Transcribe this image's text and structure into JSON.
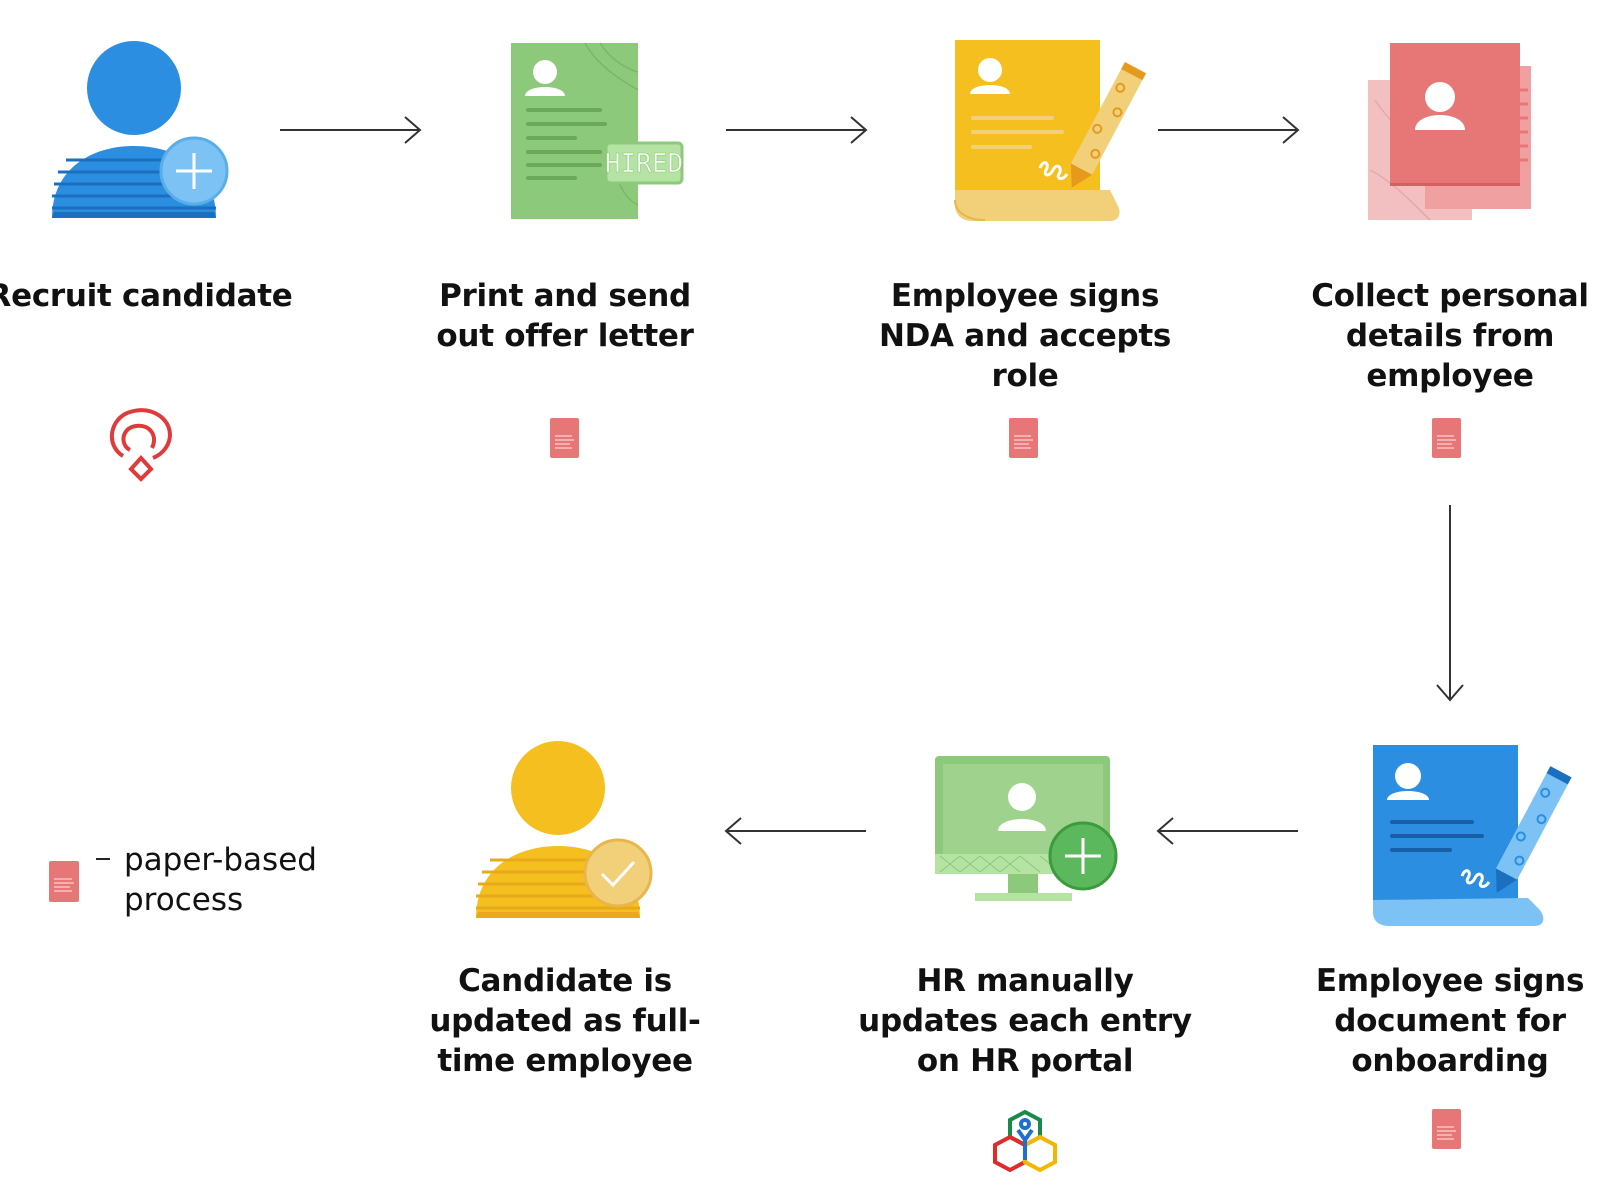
{
  "steps": [
    {
      "id": "recruit",
      "label": "Recruit candidate",
      "marker": "recruit-app-logo-icon"
    },
    {
      "id": "offer",
      "label": "Print and send out offer letter",
      "marker": "paper-document-icon",
      "badge": "HIRED"
    },
    {
      "id": "nda",
      "label": "Employee signs NDA and accepts role",
      "marker": "paper-document-icon"
    },
    {
      "id": "collect",
      "label": "Collect personal details from employee",
      "marker": "paper-document-icon"
    },
    {
      "id": "onboard",
      "label": "Employee signs document for onboarding",
      "marker": "paper-document-icon"
    },
    {
      "id": "hrportal",
      "label": "HR manually updates each entry on HR portal",
      "marker": "hr-portal-logo-icon"
    },
    {
      "id": "fulltime",
      "label": "Candidate is updated as full-time employee"
    }
  ],
  "legend": {
    "label": "paper-based process",
    "marker": "paper-document-icon"
  },
  "flow": [
    "recruit",
    "offer",
    "nda",
    "collect",
    "onboard",
    "hrportal",
    "fulltime"
  ],
  "colors": {
    "blue": "#2b8ee0",
    "light_blue": "#7cc2f5",
    "green": "#8cc97a",
    "light_green": "#b5e3a3",
    "yellow": "#f5bf1f",
    "light_yellow": "#f2d07a",
    "red": "#e77777",
    "light_red": "#f0a0a0",
    "arrow": "#333333"
  }
}
